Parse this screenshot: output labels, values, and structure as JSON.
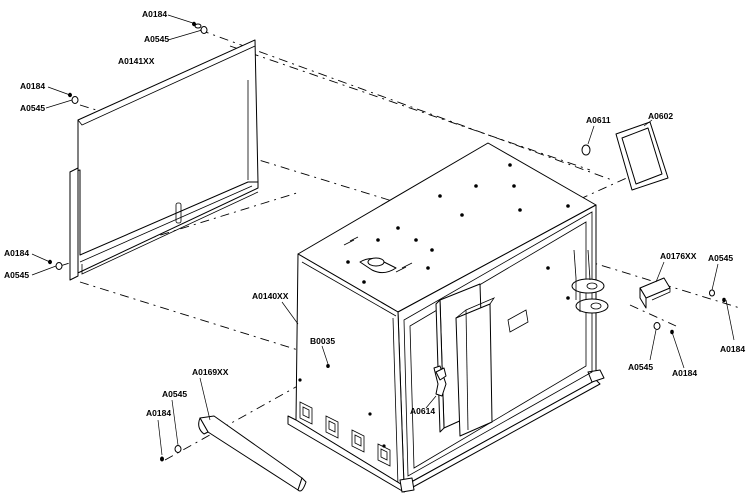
{
  "labels": {
    "A0184": "A0184",
    "A0545": "A0545",
    "A0141XX": "A0141XX",
    "A0140XX": "A0140XX",
    "A0169XX": "A0169XX",
    "A0176XX": "A0176XX",
    "A0602": "A0602",
    "A0611": "A0611",
    "A0614": "A0614",
    "B0035": "B0035"
  },
  "colors": {
    "ink": "#000000",
    "paper": "#ffffff"
  }
}
